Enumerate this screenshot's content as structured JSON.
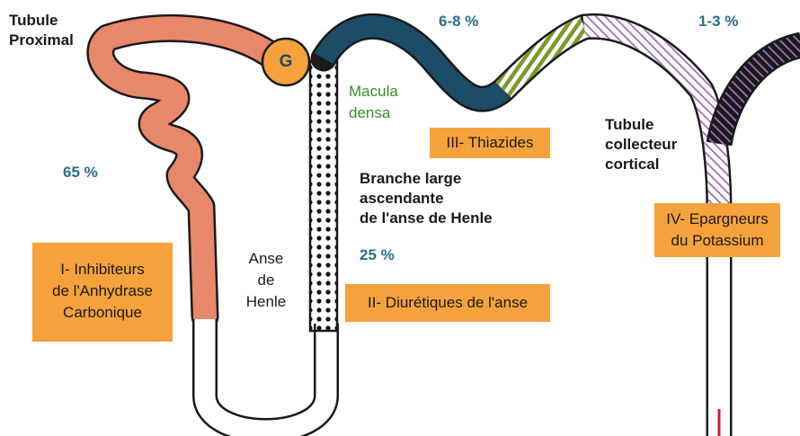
{
  "colors": {
    "proximal": "#e8886a",
    "glomerulus": "#f5a23c",
    "thick_ascending": "#1b4d66",
    "distal_stripes": "#7a9a2c",
    "collecting_hatch": "#a070b8",
    "drug_box": "#f5a23c",
    "percent_text": "#2a6f8a",
    "macula_text": "#3a8a2a",
    "potassium_mark": "#cc2233"
  },
  "icons": {
    "glomerulus": "glomerulus-circle",
    "loop_dots": "dotted-segment"
  },
  "labels": {
    "tubule_proximal": [
      "Tubule",
      "Proximal"
    ],
    "glomerulus_letter": "G",
    "percent_distal": "6-8 %",
    "percent_collecting": "1-3 %",
    "percent_proximal": "65 %",
    "percent_loop": "25 %",
    "macula_densa": [
      "Macula",
      "densa"
    ],
    "thick_branch": [
      "Branche large",
      "ascendante",
      "de l'anse de Henle"
    ],
    "tubule_collecteur": [
      "Tubule",
      "collecteur",
      "cortical"
    ],
    "anse_de_henle": [
      "Anse",
      "de",
      "Henle"
    ]
  },
  "drugs": {
    "class1": [
      "I- Inhibiteurs",
      "de l'Anhydrase",
      "Carbonique"
    ],
    "class2": "II- Diurétiques de l'anse",
    "class3": "III- Thiazides",
    "class4": [
      "IV- Epargneurs",
      "du Potassium"
    ]
  }
}
